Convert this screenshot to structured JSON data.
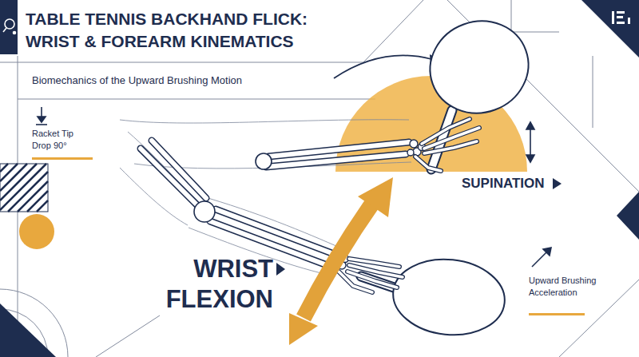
{
  "diagram": {
    "title": "TABLE TENNIS BACKHAND FLICK: WRIST & FOREARM KINEMATICS",
    "labels": [
      "Biomechanics of the Upward Brushing Motion",
      "Racket Tip Drop 90°",
      "SUPINATION",
      "WRIST FLEXION",
      "Upward Brushing Acceleration"
    ]
  }
}
